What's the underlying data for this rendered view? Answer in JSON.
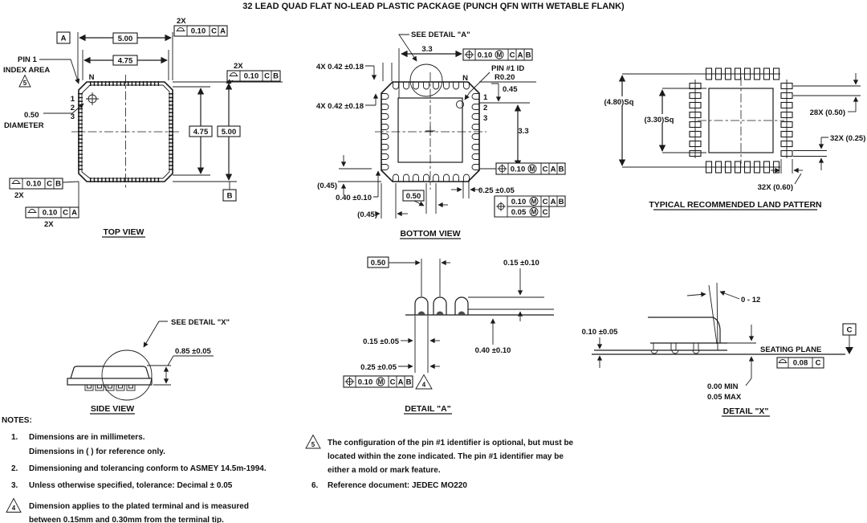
{
  "title": "32 LEAD QUAD FLAT NO-LEAD PLASTIC PACKAGE (PUNCH QFN WITH WETABLE FLANK)",
  "top_view": {
    "caption": "TOP VIEW",
    "datum_a": "A",
    "datum_b": "B",
    "n_label": "N",
    "pin1_line1": "PIN 1",
    "pin1_line2": "INDEX AREA",
    "flag": "5",
    "pins": [
      "1",
      "2",
      "3"
    ],
    "dia1": "0.50",
    "dia2": "DIAMETER",
    "dim_w_outer": "5.00",
    "dim_w_inner": "4.75",
    "dim_h_inner": "4.75",
    "dim_h_outer": "5.00",
    "fcf_top": {
      "qty": "2X",
      "tol": "0.10",
      "r1": "C",
      "r2": "A"
    },
    "fcf_right": {
      "qty": "2X",
      "tol": "0.10",
      "r1": "C",
      "r2": "B"
    },
    "fcf_b1": {
      "qty": "2X",
      "tol": "0.10",
      "r1": "C",
      "r2": "B"
    },
    "fcf_b2": {
      "qty": "2X",
      "tol": "0.10",
      "r1": "C",
      "r2": "A"
    }
  },
  "bottom_view": {
    "caption": "BOTTOM VIEW",
    "see_detail": "SEE DETAIL \"A\"",
    "n_label": "N",
    "pins": [
      "1",
      "2",
      "3"
    ],
    "pin1_id1": "PIN #1 ID",
    "pin1_id2": "R0.20",
    "dim_045": "0.45",
    "lead1": "4X 0.42 ±0.18",
    "lead2": "4X 0.42 ±0.18",
    "pad_w": "3.3",
    "pad_h": "3.3",
    "ref_045_left": "(0.45)",
    "lead_len": "0.40 ±0.10",
    "pitch": "0.50",
    "lead_w": "0.25 ±0.05",
    "ref_045_bot": "(0.45)",
    "fcf_top": {
      "tol": "0.10",
      "mod": "M",
      "r1": "C",
      "r2": "A",
      "r3": "B"
    },
    "fcf_right": {
      "tol": "0.10",
      "mod": "M",
      "r1": "C",
      "r2": "A",
      "r3": "B"
    },
    "fcf_stack": {
      "tol1": "0.10",
      "mod1": "M",
      "r1": "C",
      "r2": "A",
      "r3": "B",
      "tol2": "0.05",
      "mod2": "M",
      "r4": "C"
    }
  },
  "land_pattern": {
    "caption": "TYPICAL RECOMMENDED LAND PATTERN",
    "outer": "(4.80)Sq",
    "inner": "(3.30)Sq",
    "pitch": "28X (0.50)",
    "pad_w": "32X (0.25)",
    "pad_l": "32X (0.60)"
  },
  "side_view": {
    "caption": "SIDE VIEW",
    "see_detail": "SEE DETAIL \"X\"",
    "height": "0.85 ±0.05"
  },
  "detail_a": {
    "caption": "DETAIL \"A\"",
    "pitch": "0.50",
    "tip": "0.15 ±0.10",
    "w1": "0.15 ±0.05",
    "len": "0.40 ±0.10",
    "w2": "0.25 ±0.05",
    "flag": "4",
    "fcf": {
      "tol": "0.10",
      "mod": "M",
      "r1": "C",
      "r2": "A",
      "r3": "B"
    }
  },
  "detail_x": {
    "caption": "DETAIL \"X\"",
    "angle": "0 - 12",
    "standoff": "0.10 ±0.05",
    "seating": "SEATING PLANE",
    "datum_c": "C",
    "min": "0.00 MIN",
    "max": "0.05 MAX",
    "fcf": {
      "tol": "0.08",
      "r1": "C"
    }
  },
  "notes": {
    "heading": "NOTES:",
    "n1_no": "1.",
    "n1a": "Dimensions are in millimeters.",
    "n1b": "Dimensions in (  ) for reference only.",
    "n2_no": "2.",
    "n2a": "Dimensioning and tolerancing conform to ASMEY 14.5m-1994.",
    "n3_no": "3.",
    "n3a": "Unless otherwise specified, tolerance: Decimal ± 0.05",
    "n4_no": "4",
    "n4a": "Dimension applies to the plated terminal and is measured",
    "n4b": "between 0.15mm and 0.30mm from the terminal tip.",
    "n5_no": "5",
    "n5a": "The configuration of the pin #1 identifier is optional, but must be",
    "n5b": "located within the zone indicated. The pin #1 identifier may be",
    "n5c": "either a mold or mark feature.",
    "n6_no": "6.",
    "n6a": "Reference document: JEDEC MO220"
  }
}
